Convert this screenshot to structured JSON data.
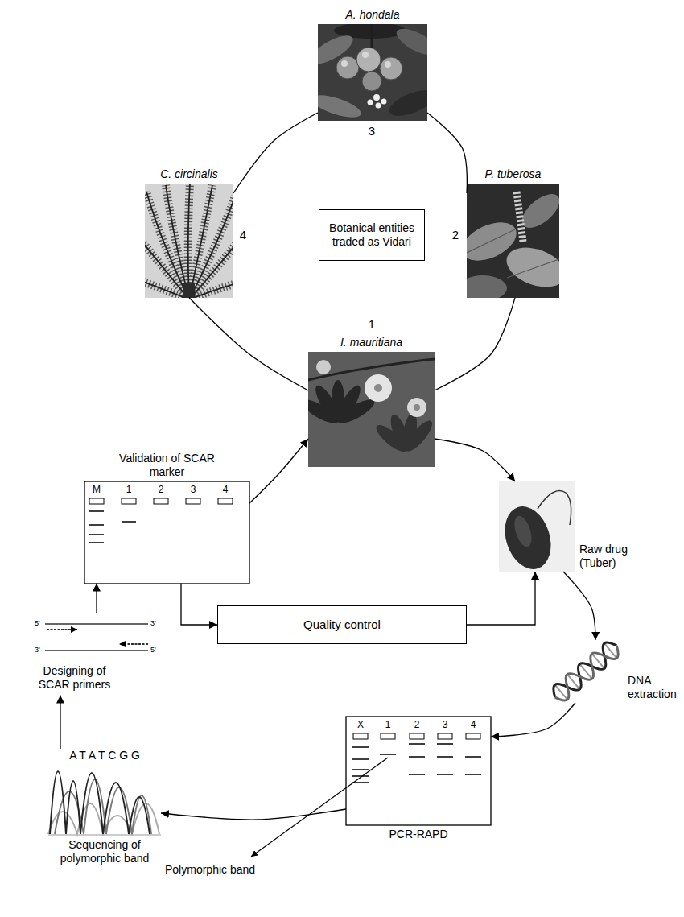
{
  "diagram": {
    "nodes": [
      {
        "text": [
          "A. hondala"
        ]
      },
      {
        "text": [
          "C. circinalis"
        ]
      },
      {
        "text": [
          "Botanical entities traded as Vidari"
        ]
      },
      {
        "text": [
          "P. tuberosa"
        ]
      },
      {
        "text": [
          "I. mauritiana"
        ]
      },
      {
        "text": [
          "Validation of SCAR marker"
        ]
      },
      {
        "text": [
          "Raw drug (Tuber)"
        ]
      },
      {
        "text": [
          "Quality control"
        ]
      },
      {
        "text": [
          "Designing of SCAR primers"
        ]
      },
      {
        "text": [
          "DNA extraction"
        ]
      },
      {
        "text": [
          "A T A T C G G",
          "Sequencing of polymorphic band"
        ]
      },
      {
        "text": [
          "PCR-RAPD"
        ]
      }
    ],
    "edges": [
      {
        "from": 0,
        "to": 3,
        "arrow": "none"
      },
      {
        "from": 3,
        "to": 4,
        "arrow": "none"
      },
      {
        "from": 4,
        "to": 1,
        "arrow": "none"
      },
      {
        "from": 1,
        "to": 0,
        "arrow": "none"
      },
      {
        "from": 4,
        "to": 6,
        "arrow": "to"
      },
      {
        "from": 6,
        "to": 9,
        "arrow": "to"
      },
      {
        "from": 9,
        "to": 11,
        "arrow": "to"
      },
      {
        "from": 11,
        "to": 10,
        "arrow": "to"
      },
      {
        "from": 10,
        "to": 8,
        "arrow": "to"
      },
      {
        "from": 8,
        "to": 5,
        "arrow": "to"
      },
      {
        "from": 5,
        "to": 4,
        "arrow": "to"
      },
      {
        "from": 5,
        "to": 7,
        "arrow": "to"
      },
      {
        "from": 7,
        "to": 6,
        "arrow": "to"
      }
    ],
    "labels": [
      "3",
      "4",
      "2",
      "1",
      "M",
      "1",
      "2",
      "3",
      "4",
      "5'",
      "3'",
      "3'",
      "5'",
      "X",
      "1",
      "2",
      "3",
      "4",
      "Polymorphic band"
    ]
  }
}
